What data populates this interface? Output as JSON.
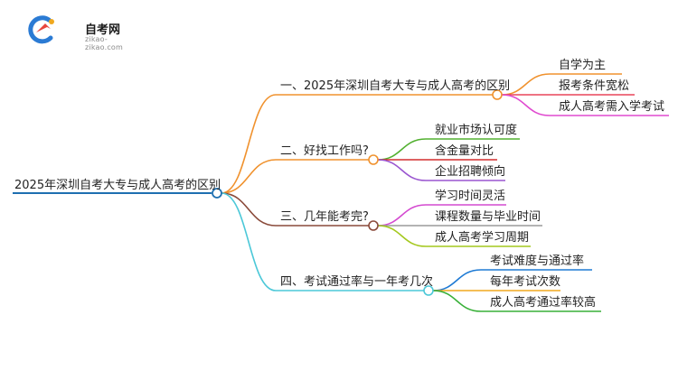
{
  "logo": {
    "title": "自考网",
    "subtitle": "zikao-zikao.com"
  },
  "root": {
    "label": "2025年深圳自考大专与成人高考的区别"
  },
  "branches": [
    {
      "label": "一、2025年深圳自考大专与成人高考的区别",
      "color": "#f0922e",
      "children": [
        "自学为主",
        "报考条件宽松",
        "成人高考需入学考试"
      ],
      "child_colors": [
        "#f0922e",
        "#e8455a",
        "#e04ad0"
      ]
    },
    {
      "label": "二、好找工作吗?",
      "color": "#f0922e",
      "children": [
        "就业市场认可度",
        "含金量对比",
        "企业招聘倾向"
      ],
      "child_colors": [
        "#52b030",
        "#d42e2e",
        "#9a55d0"
      ]
    },
    {
      "label": "三、几年能考完?",
      "color": "#8a4a3a",
      "children": [
        "学习时间灵活",
        "课程数量与毕业时间",
        "成人高考学习周期"
      ],
      "child_colors": [
        "#d44ad0",
        "#9a9a9a",
        "#a4c81e"
      ]
    },
    {
      "label": "四、考试通过率与一年考几次",
      "color": "#4cc8d8",
      "children": [
        "考试难度与通过率",
        "每年考试次数",
        "成人高考通过率较高"
      ],
      "child_colors": [
        "#1e7ad4",
        "#f0a81e",
        "#38b038"
      ]
    }
  ]
}
